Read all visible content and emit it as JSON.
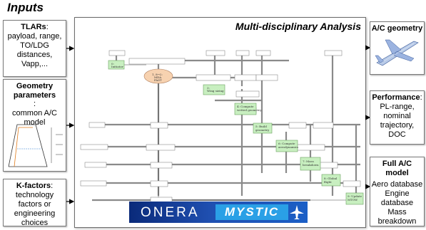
{
  "inputs_heading": "Inputs",
  "inputs": [
    {
      "title": "TLARs",
      "body": ":\npayload, range,\nTO/LDG\ndistances,\nVapp,..."
    },
    {
      "title": "Geometry\nparameters",
      "body": ":\ncommon A/C\nmodel"
    },
    {
      "title": "K-factors",
      "body": ":\ntechnology\nfactors or\nengineering\nchoices"
    }
  ],
  "mda_title": "Multi-disciplinary Analysis",
  "brand": {
    "onera": "ONERA",
    "mystic": "MYSTIC"
  },
  "outputs": [
    {
      "title": "A/C geometry",
      "body": ""
    },
    {
      "title": "Performance",
      "body": ":\nPL-range,\nnominal\ntrajectory,\nDOC"
    },
    {
      "title": "Full A/C\nmodel",
      "body": "Aero database\nEngine\ndatabase\nMass\nbreakdown"
    }
  ],
  "xdsm": {
    "driver_label": "1, 8→2:\nMDA\nFAST",
    "nodes": [
      "0:\nInitiator",
      "3:\nWing\nsizing",
      "4:\nCompute\nwetted\ngeometry",
      "5:\nBuild\ngeometry",
      "6:\nCompute\naerodynamics",
      "7:\nMass\nbreakdown",
      "8:\nGlobal\nflight",
      "9:\nUpdate\nMTOW"
    ]
  },
  "colors": {
    "box_border": "#7a7a7a",
    "brand_dark": "#0a2a7a",
    "brand_light": "#2aa0e6",
    "node_green": "#c8efc0",
    "driver_orange": "#f7d2b0"
  }
}
